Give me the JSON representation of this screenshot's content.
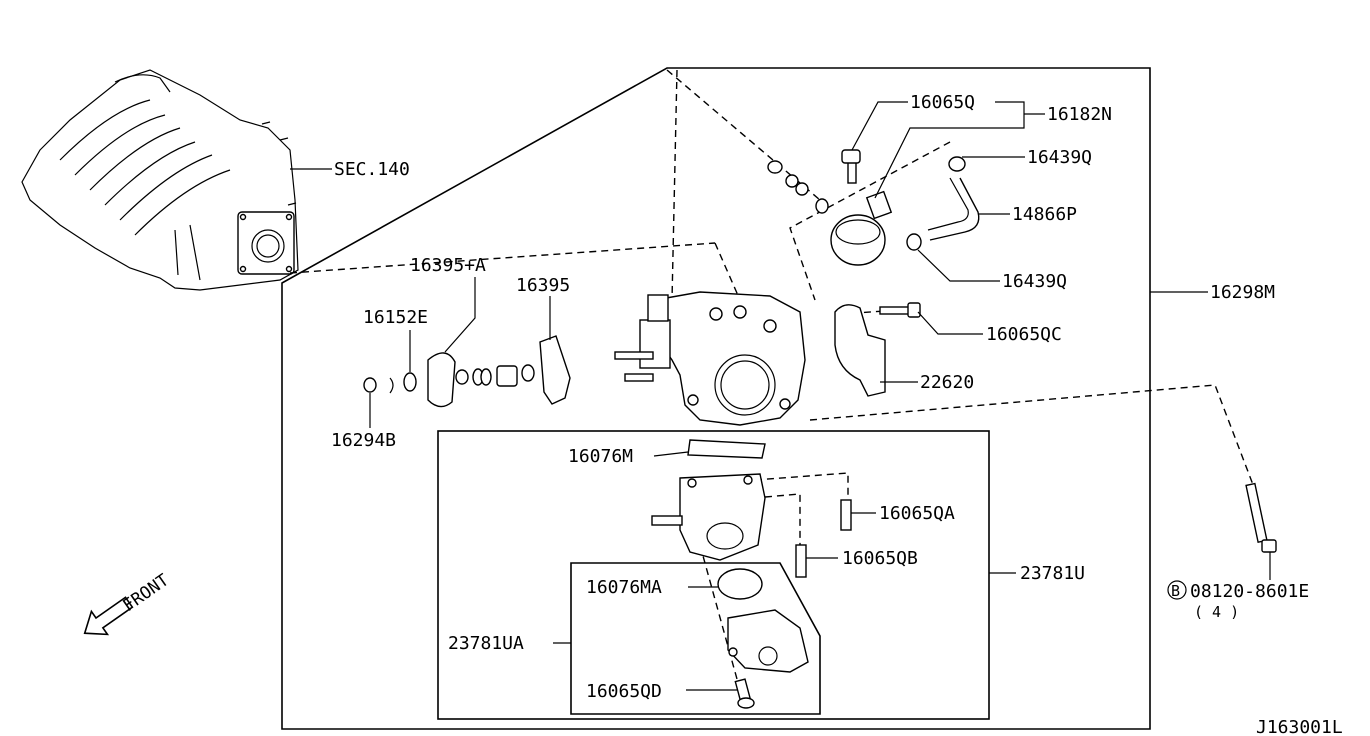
{
  "labels": {
    "sec140": "SEC.140",
    "p16065Q": "16065Q",
    "p16182N": "16182N",
    "p16439Q_top": "16439Q",
    "p14866P": "14866P",
    "p16439Q_bottom": "16439Q",
    "p16298M": "16298M",
    "p16395A": "16395+A",
    "p16395": "16395",
    "p16152E": "16152E",
    "p16065QC": "16065QC",
    "p22620": "22620",
    "p16294B": "16294B",
    "p16076M": "16076M",
    "p16065QA": "16065QA",
    "p16065QB": "16065QB",
    "p23781U": "23781U",
    "p16076MA": "16076MA",
    "p23781UA": "23781UA",
    "p16065QD": "16065QD",
    "bolt_code": "08120-8601E",
    "bolt_qty": "( 4 )",
    "bolt_symbol": "B",
    "front": "FRONT",
    "diagram_id": "J163001L"
  }
}
